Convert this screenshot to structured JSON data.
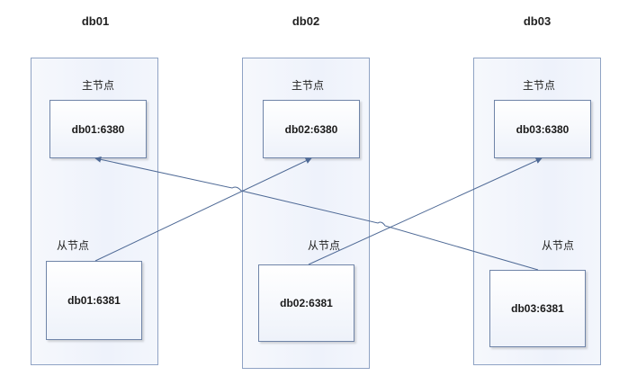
{
  "servers": [
    {
      "name": "db01",
      "master_label": "主节点",
      "master": "db01:6380",
      "slave_label": "从节点",
      "slave": "db01:6381"
    },
    {
      "name": "db02",
      "master_label": "主节点",
      "master": "db02:6380",
      "slave_label": "从节点",
      "slave": "db02:6381"
    },
    {
      "name": "db03",
      "master_label": "主节点",
      "master": "db03:6380",
      "slave_label": "从节点",
      "slave": "db03:6381"
    }
  ],
  "links": [
    {
      "from": "db01:6381",
      "to": "db02:6380"
    },
    {
      "from": "db02:6381",
      "to": "db03:6380"
    },
    {
      "from": "db03:6381",
      "to": "db01:6380"
    }
  ],
  "colors": {
    "line": "#4f6a96",
    "node_border": "#6f84a8",
    "server_border": "#8fa3c4"
  }
}
